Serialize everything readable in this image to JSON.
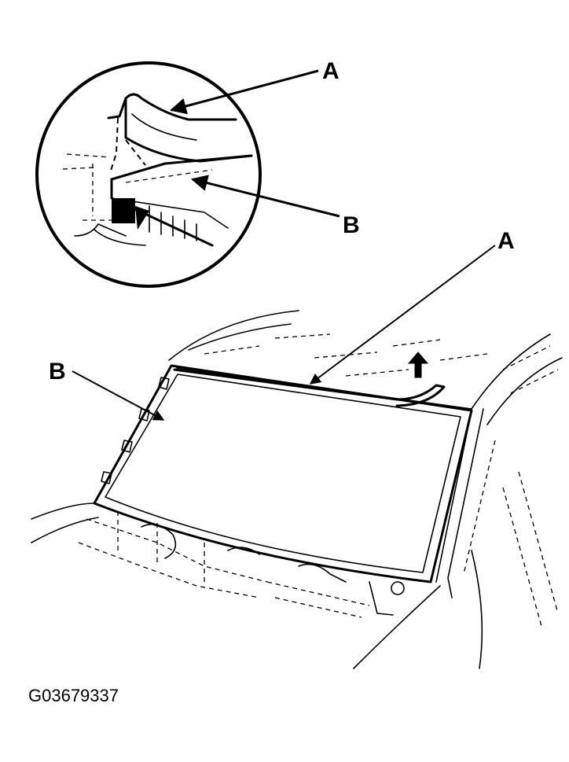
{
  "labels": {
    "detail_a": "A",
    "detail_b": "B",
    "main_a": "A",
    "main_b": "B"
  },
  "figure_id": "G03679337"
}
